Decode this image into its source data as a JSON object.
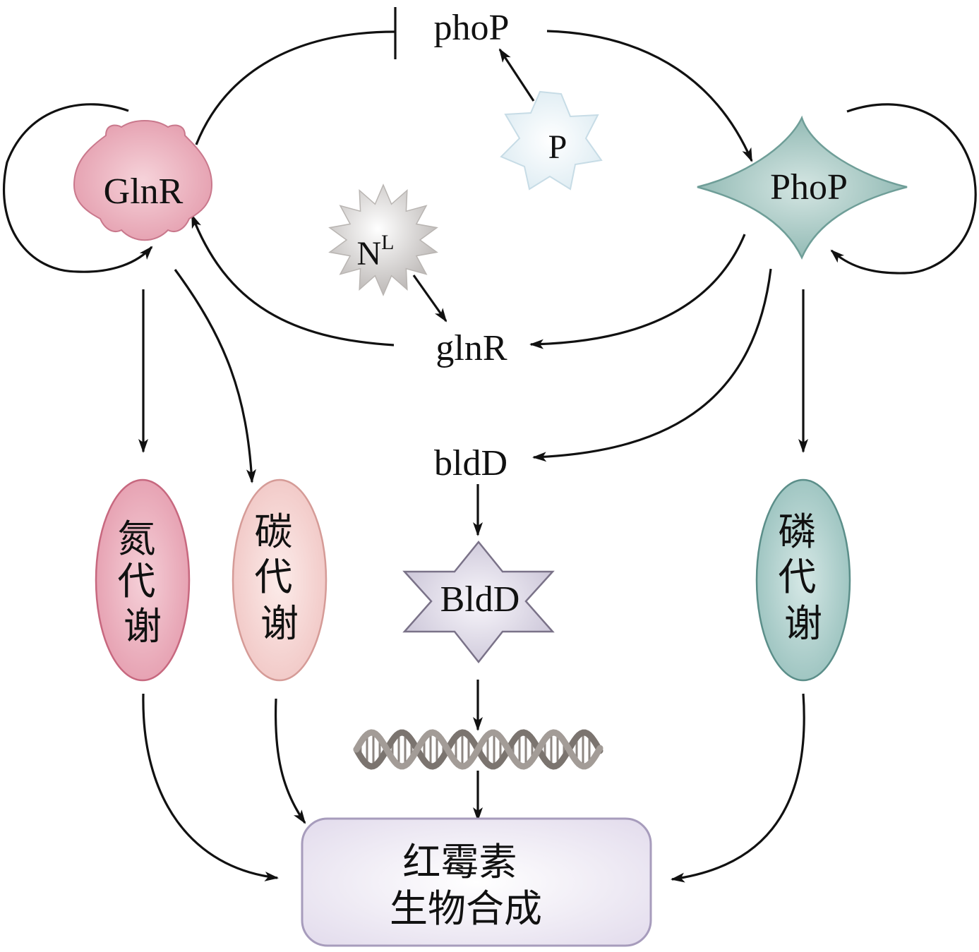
{
  "title": "Erythromycin biosynthesis regulatory network",
  "nodes": {
    "phoP_gene": {
      "label": "phoP"
    },
    "glnR_gene": {
      "label": "glnR"
    },
    "bldD_gene": {
      "label": "bldD"
    },
    "GlnR_protein": {
      "label": "GlnR",
      "color": "#e7a3b1"
    },
    "PhoP_protein": {
      "label": "PhoP",
      "color": "#8fb9b3"
    },
    "BldD_protein": {
      "label": "BldD",
      "color": "#d7d2e0"
    },
    "P_signal": {
      "label": "P",
      "color": "#e6f1f6"
    },
    "N_signal": {
      "label": "N",
      "superscript": "L",
      "color": "#c9c6c4"
    },
    "nitrogen_metabolism": {
      "lines": [
        "氮",
        "代",
        "谢"
      ],
      "color": "#ecaebc"
    },
    "carbon_metabolism": {
      "lines": [
        "碳",
        "代",
        "谢"
      ],
      "color": "#f6d6d4"
    },
    "phosphorus_metabolism": {
      "lines": [
        "磷",
        "代",
        "谢"
      ],
      "color": "#a9cdca"
    },
    "dna": {
      "icon": "dna-helix-icon"
    },
    "erythromycin_biosynthesis": {
      "lines": [
        "红霉素",
        "生物合成"
      ],
      "color": "#ece7f2"
    }
  },
  "edges": [
    {
      "from": "GlnR",
      "to": "phoP",
      "type": "inhibit"
    },
    {
      "from": "phoP",
      "to": "PhoP",
      "type": "activate"
    },
    {
      "from": "P",
      "to": "phoP",
      "type": "activate"
    },
    {
      "from": "GlnR",
      "to": "GlnR",
      "type": "self-activate"
    },
    {
      "from": "PhoP",
      "to": "PhoP",
      "type": "self-activate"
    },
    {
      "from": "NL",
      "to": "glnR",
      "type": "activate"
    },
    {
      "from": "glnR",
      "to": "GlnR",
      "type": "activate"
    },
    {
      "from": "PhoP",
      "to": "glnR",
      "type": "activate"
    },
    {
      "from": "PhoP",
      "to": "bldD",
      "type": "activate"
    },
    {
      "from": "PhoP",
      "to": "磷代谢",
      "type": "activate"
    },
    {
      "from": "GlnR",
      "to": "氮代谢",
      "type": "activate"
    },
    {
      "from": "GlnR",
      "to": "碳代谢",
      "type": "activate"
    },
    {
      "from": "bldD",
      "to": "BldD",
      "type": "activate"
    },
    {
      "from": "BldD",
      "to": "DNA",
      "type": "activate"
    },
    {
      "from": "DNA",
      "to": "红霉素生物合成",
      "type": "activate"
    },
    {
      "from": "氮代谢",
      "to": "红霉素生物合成",
      "type": "activate"
    },
    {
      "from": "碳代谢",
      "to": "红霉素生物合成",
      "type": "activate"
    },
    {
      "from": "磷代谢",
      "to": "红霉素生物合成",
      "type": "activate"
    }
  ]
}
